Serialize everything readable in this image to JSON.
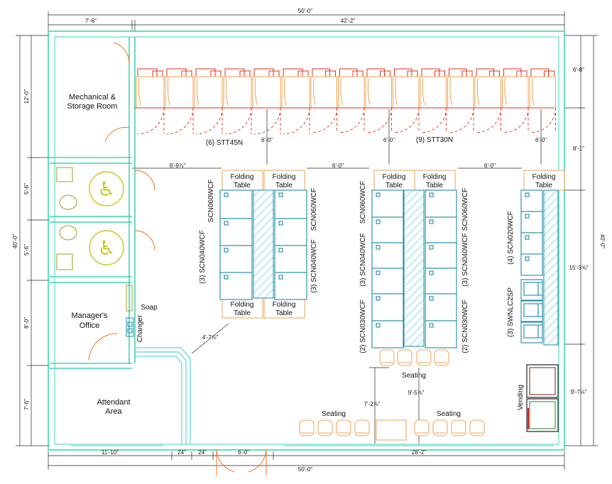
{
  "dimensions": {
    "overall_width_top": "50'-0\"",
    "top_left_segment": "7'-6\"",
    "top_right_segment": "42'-2\"",
    "overall_width_bottom": "50'-0\"",
    "bottom_seg_1": "11'-10\"",
    "bottom_seg_2": "24\"",
    "bottom_seg_3": "24\"",
    "bottom_seg_4": "6'-0\"",
    "bottom_seg_5": "28'-2\"",
    "left_overall": "40'-0\"",
    "left_1": "12'-0\"",
    "left_2": "5'-6\"",
    "left_3": "5'-6\"",
    "left_4": "8'-0\"",
    "left_5": "7'-6\"",
    "right_overall": "40'-0\"",
    "right_1": "6'-8\"",
    "right_2": "8'-1\"",
    "right_3": "15'-3⅝\"",
    "right_4": "9'-7⅛\"",
    "aisle_1": "6'-0\"",
    "aisle_2": "6'-0\"",
    "aisle_3": "6'-0\"",
    "row_gap_1": "6'-9⅞\"",
    "row_gap_2": "6'-0\"",
    "row_gap_3": "6'-0\"",
    "diag_dim": "4'-7⅞\"",
    "seat_dim_1": "7'-2⅞\"",
    "seat_dim_2": "9'-5⅞\""
  },
  "rooms": {
    "mechanical_line1": "Mechanical &",
    "mechanical_line2": "Storage Room",
    "managers_line1": "Manager's",
    "managers_line2": "Office",
    "attendant_line1": "Attendant",
    "attendant_line2": "Area"
  },
  "equipment": {
    "washers_45": "(6)  STT45N",
    "washers_30": "(9)  STT30N",
    "folding_table_line1": "Folding",
    "folding_table_line2": "Table",
    "dryer_60": "SCN060WCF",
    "dryer_40": "(3)  SCN040WCF",
    "dryer_30": "(2)  SCN030WCF",
    "dryer_20": "(4)  SCN020WCF",
    "stack": "(3)  SWNLC2SP",
    "changer": "Changer",
    "soap": "Soap",
    "seating": "Seating",
    "vending": "Vending"
  },
  "colors": {
    "walls": "#3fd6b0",
    "washers": "#e03020",
    "tables": "#f0a050",
    "dryers": "#1b8aa8",
    "restroom_fixture": "#c8c820"
  }
}
